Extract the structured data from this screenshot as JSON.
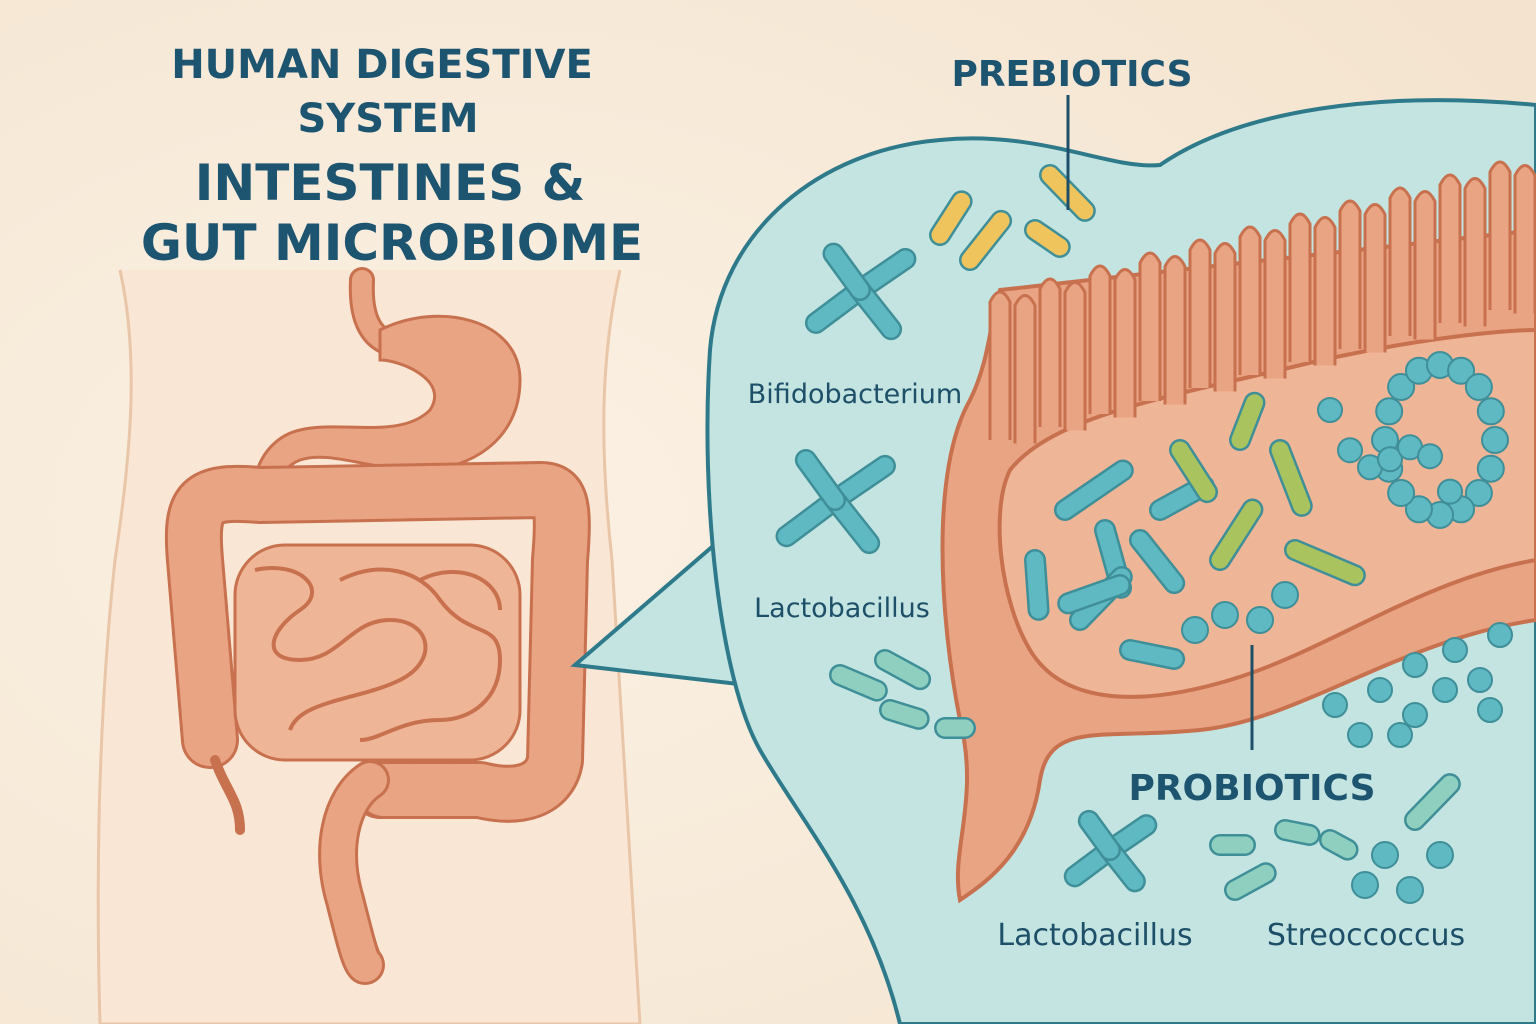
{
  "title": {
    "line1": "HUMAN DIGESTIVE",
    "line2": "SYSTEM",
    "line3": "INTESTINES &",
    "line4": "GUT MICROBIOME"
  },
  "labels": {
    "prebiotics": "PREBIOTICS",
    "bifidobacterium": "Bifidobacterium",
    "lactobacillus_bubble": "Lactobacillus",
    "probiotics": "PROBIOTICS",
    "lactobacillus_bottom": "Lactobacillus",
    "streptococcus": "Streoccoccus"
  },
  "colors": {
    "background": "#f7ebda",
    "title": "#1d5470",
    "intestine": "#e9a483",
    "intestine_outline": "#c8714f",
    "bubble": "#c4e4e2",
    "bubble_outline": "#2f7a8a",
    "bacteria_teal": "#5fb9c2",
    "bacteria_green": "#a9c35e",
    "prebiotic_yellow": "#f0c45c"
  }
}
